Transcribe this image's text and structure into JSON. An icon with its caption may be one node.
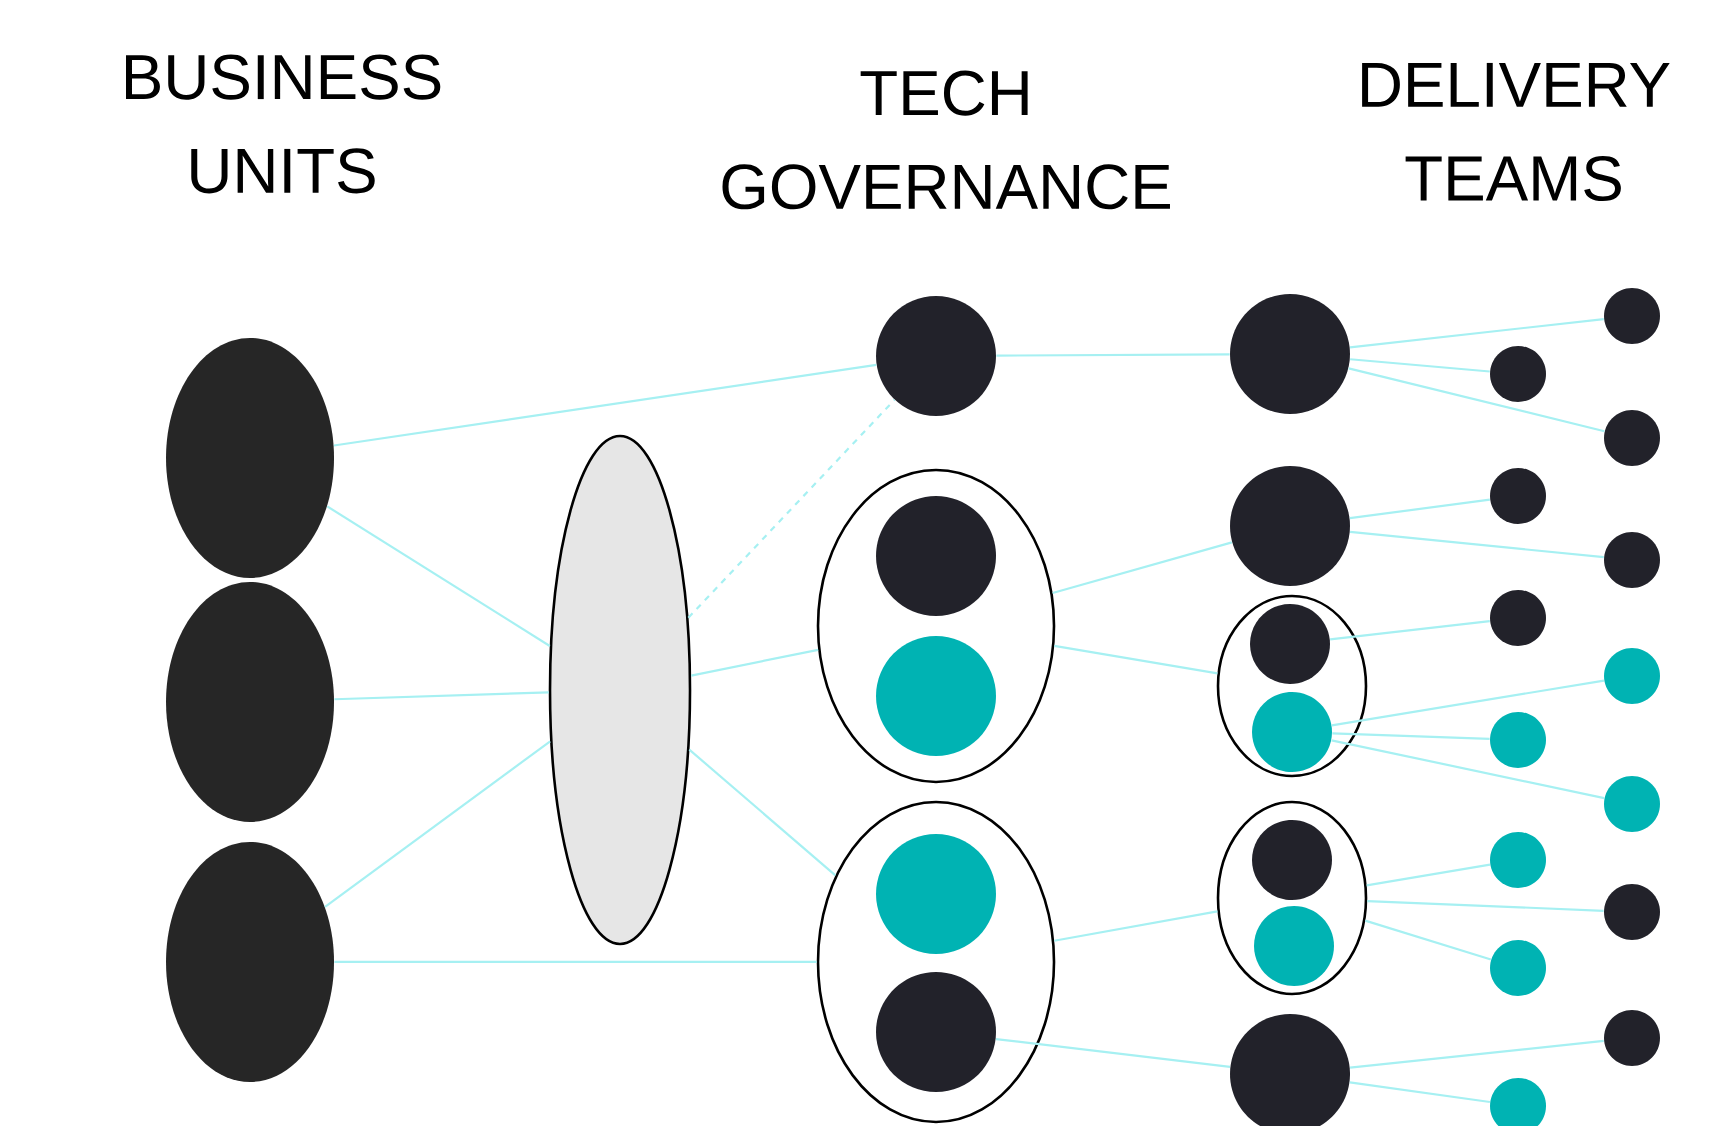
{
  "diagram": {
    "nodes": [
      {
        "text": [],
        "shape": "ellipse"
      },
      {
        "text": [],
        "shape": "ellipse"
      },
      {
        "text": [],
        "shape": "ellipse"
      },
      {
        "text": [],
        "shape": "ellipse"
      },
      {
        "text": [],
        "shape": "circle"
      },
      {
        "text": [],
        "shape": "ellipse"
      },
      {
        "text": [],
        "shape": "circle",
        "in": 5
      },
      {
        "text": [],
        "shape": "circle",
        "in": 5
      },
      {
        "text": [],
        "shape": "ellipse"
      },
      {
        "text": [],
        "shape": "circle",
        "in": 8
      },
      {
        "text": [],
        "shape": "circle",
        "in": 8
      },
      {
        "text": [],
        "shape": "circle"
      },
      {
        "text": [],
        "shape": "circle"
      },
      {
        "text": [],
        "shape": "ellipse"
      },
      {
        "text": [],
        "shape": "circle",
        "in": 13
      },
      {
        "text": [],
        "shape": "circle",
        "in": 13
      },
      {
        "text": [],
        "shape": "ellipse"
      },
      {
        "text": [],
        "shape": "circle",
        "in": 16
      },
      {
        "text": [],
        "shape": "circle",
        "in": 16
      },
      {
        "text": [],
        "shape": "circle"
      },
      {
        "text": [],
        "shape": "circle"
      },
      {
        "text": [],
        "shape": "circle"
      },
      {
        "text": [],
        "shape": "circle"
      },
      {
        "text": [],
        "shape": "circle"
      },
      {
        "text": [],
        "shape": "circle"
      },
      {
        "text": [],
        "shape": "circle"
      },
      {
        "text": [],
        "shape": "circle"
      },
      {
        "text": [],
        "shape": "circle"
      },
      {
        "text": [],
        "shape": "circle"
      },
      {
        "text": [],
        "shape": "circle"
      },
      {
        "text": [],
        "shape": "circle"
      },
      {
        "text": [],
        "shape": "circle"
      },
      {
        "text": [],
        "shape": "circle"
      },
      {
        "text": [],
        "shape": "circle"
      }
    ],
    "edges": [
      {
        "from": 0,
        "to": 4,
        "arrow": "none"
      },
      {
        "from": 0,
        "to": 3,
        "arrow": "none"
      },
      {
        "from": 1,
        "to": 3,
        "arrow": "none"
      },
      {
        "from": 2,
        "to": 3,
        "arrow": "none"
      },
      {
        "from": 2,
        "to": 8,
        "arrow": "none"
      },
      {
        "from": 3,
        "to": 4,
        "arrow": "none",
        "style": "dashed"
      },
      {
        "from": 3,
        "to": 5,
        "arrow": "none"
      },
      {
        "from": 3,
        "to": 8,
        "arrow": "none"
      },
      {
        "from": 4,
        "to": 11,
        "arrow": "none"
      },
      {
        "from": 5,
        "to": 12,
        "arrow": "none"
      },
      {
        "from": 5,
        "to": 13,
        "arrow": "none"
      },
      {
        "from": 8,
        "to": 16,
        "arrow": "none"
      },
      {
        "from": 10,
        "to": 19,
        "arrow": "none"
      },
      {
        "from": 11,
        "to": 20,
        "arrow": "none"
      },
      {
        "from": 11,
        "to": 21,
        "arrow": "none"
      },
      {
        "from": 11,
        "to": 22,
        "arrow": "none"
      },
      {
        "from": 12,
        "to": 23,
        "arrow": "none"
      },
      {
        "from": 12,
        "to": 24,
        "arrow": "none"
      },
      {
        "from": 14,
        "to": 25,
        "arrow": "none"
      },
      {
        "from": 15,
        "to": 26,
        "arrow": "none"
      },
      {
        "from": 15,
        "to": 27,
        "arrow": "none"
      },
      {
        "from": 15,
        "to": 28,
        "arrow": "none"
      },
      {
        "from": 16,
        "to": 29,
        "arrow": "none"
      },
      {
        "from": 16,
        "to": 30,
        "arrow": "none"
      },
      {
        "from": 16,
        "to": 31,
        "arrow": "none"
      },
      {
        "from": 19,
        "to": 32,
        "arrow": "none"
      },
      {
        "from": 19,
        "to": 33,
        "arrow": "none"
      }
    ],
    "labels": [
      "BUSINESS UNITS",
      "TECH GOVERNANCE",
      "DELIVERY TEAMS"
    ]
  }
}
